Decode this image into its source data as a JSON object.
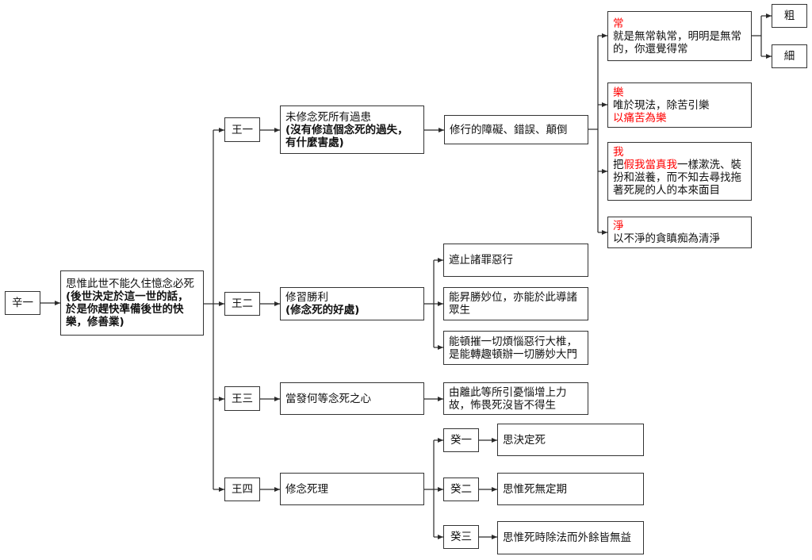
{
  "accent_color": "#ff0000",
  "root": {
    "label": "辛一"
  },
  "topic": {
    "lines": [
      "思惟此世不能久住憶念必死",
      "(後世決定於這一世的話，",
      "於是你趕快準備後世的快",
      "樂，修善業)"
    ]
  },
  "branches": [
    {
      "label": "王一",
      "title": "未修念死所有過患",
      "note": [
        "(沒有修這個念死的過失，",
        "有什麼害處)"
      ],
      "consequence": "修行的障礙、錯誤、顛倒",
      "inversions": [
        {
          "heading": "常",
          "lines": [
            "就是無常執常，明明是無常",
            "的，你還覺得常"
          ],
          "subtypes": [
            "粗",
            "細"
          ]
        },
        {
          "heading": "樂",
          "lines": [
            "唯於現法，除苦引樂"
          ],
          "highlight_line": "以痛苦為樂"
        },
        {
          "heading": "我",
          "first_line": {
            "before": "把",
            "highlight": "假我當真我",
            "after": "一樣漱洗、裝"
          },
          "lines": [
            "扮和滋養，而不知去尋找拖",
            "著死屍的人的本來面目"
          ]
        },
        {
          "heading": "淨",
          "lines": [
            "以不淨的貪瞋痴為清淨"
          ]
        }
      ]
    },
    {
      "label": "王二",
      "title": "修習勝利",
      "note": [
        "(修念死的好處)"
      ],
      "benefits": [
        [
          "遮止諸罪惡行"
        ],
        [
          "能昇勝妙位，亦能於此導諸",
          "眾生"
        ],
        [
          "能頓摧一切煩惱惡行大椎，",
          "是能轉趣頓辦一切勝妙大門"
        ]
      ]
    },
    {
      "label": "王三",
      "title": "當發何等念死之心",
      "result": [
        "由離此等所引憂惱增上力",
        "故，怖畏死沒皆不得生"
      ]
    },
    {
      "label": "王四",
      "title": "修念死理",
      "steps": [
        {
          "label": "癸一",
          "text": "思決定死"
        },
        {
          "label": "癸二",
          "text": "思惟死無定期"
        },
        {
          "label": "癸三",
          "text": "思惟死時除法而外餘皆無益"
        }
      ]
    }
  ]
}
